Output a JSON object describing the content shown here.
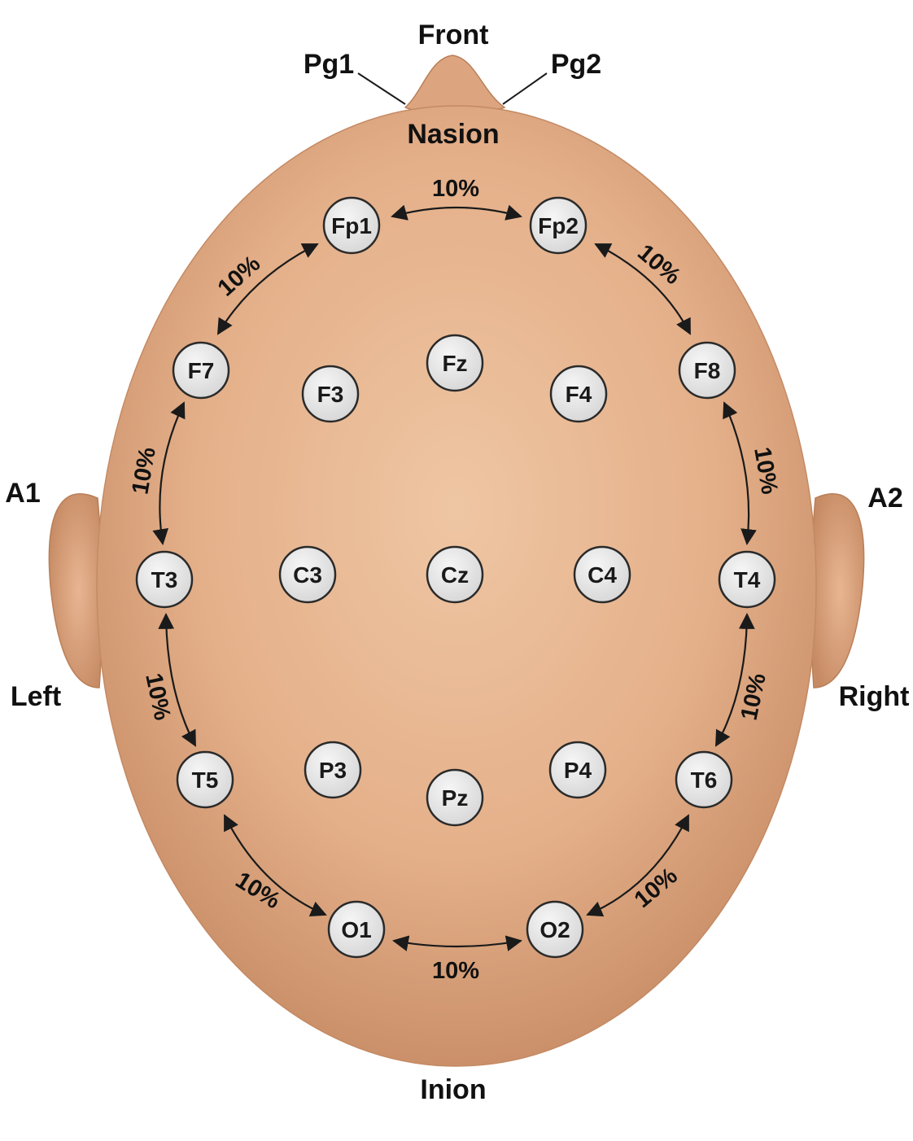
{
  "orientation": {
    "front": "Front",
    "nasion": "Nasion",
    "inion": "Inion",
    "left": "Left",
    "right": "Right",
    "a1": "A1",
    "a2": "A2",
    "pg1": "Pg1",
    "pg2": "Pg2"
  },
  "electrodes": {
    "fp1": "Fp1",
    "fp2": "Fp2",
    "f7": "F7",
    "f3": "F3",
    "fz": "Fz",
    "f4": "F4",
    "f8": "F8",
    "t3": "T3",
    "c3": "C3",
    "cz": "Cz",
    "c4": "C4",
    "t4": "T4",
    "t5": "T5",
    "p3": "P3",
    "pz": "Pz",
    "p4": "P4",
    "t6": "T6",
    "o1": "O1",
    "o2": "O2"
  },
  "spacing": {
    "fp1_fp2": "10%",
    "fp1_f7": "10%",
    "fp2_f8": "10%",
    "f7_t3": "10%",
    "f8_t4": "10%",
    "t3_t5": "10%",
    "t4_t6": "10%",
    "t5_o1": "10%",
    "t6_o2": "10%",
    "o1_o2": "10%"
  },
  "colors": {
    "skin": "#e6b38e",
    "skin_dark": "#c98e68",
    "electrode_fill": "#e9e9e9",
    "electrode_stroke": "#2a2a2a",
    "text": "#111111"
  }
}
